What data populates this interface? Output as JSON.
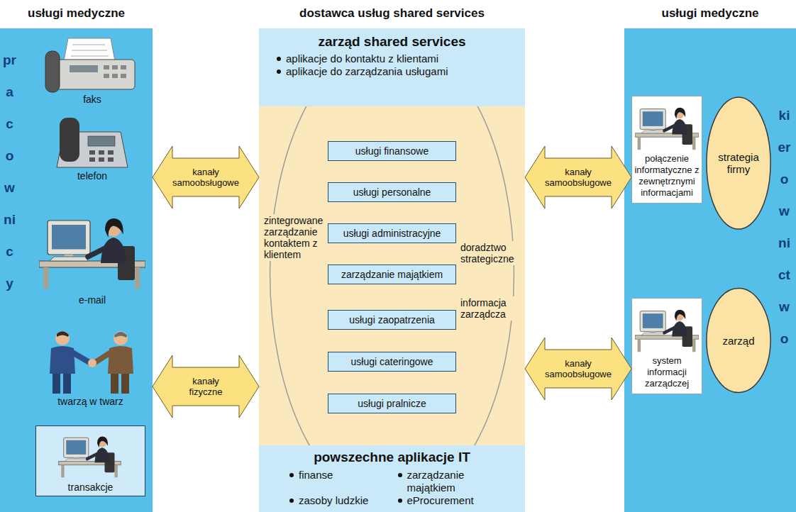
{
  "diagram": {
    "nodes": [
      {
        "text": [
          "usługi medyczne",
          "pracownicy"
        ]
      },
      {
        "text": [
          "transakcje"
        ],
        "in": 0
      },
      {
        "text": [
          "dostawca usług shared services"
        ]
      },
      {
        "text": [
          "zarząd shared services",
          "aplikacje do kontaktu z klientami",
          "aplikacje do zarządzania usługami"
        ],
        "in": 2
      },
      {
        "text": [
          "usługi finansowe"
        ],
        "in": 2
      },
      {
        "text": [
          "usługi personalne"
        ],
        "in": 2
      },
      {
        "text": [
          "usługi administracyjne"
        ],
        "in": 2
      },
      {
        "text": [
          "zarządzanie majątkiem"
        ],
        "in": 2
      },
      {
        "text": [
          "usługi zaopatrzenia"
        ],
        "in": 2
      },
      {
        "text": [
          "usługi cateringowe"
        ],
        "in": 2
      },
      {
        "text": [
          "usługi pralnicze"
        ],
        "in": 2
      },
      {
        "text": [
          "powszechne aplikacje IT",
          "finanse",
          "zarządzanie majątkiem",
          "zasoby ludzkie",
          "eProcurement"
        ],
        "in": 2
      },
      {
        "text": [
          "usługi medyczne",
          "kierownictwo"
        ]
      },
      {
        "text": [
          "połączenie informatyczne z zewnętrznymi informacjami"
        ],
        "in": 12
      },
      {
        "text": [
          "strategia firmy"
        ],
        "in": 12
      },
      {
        "text": [
          "system informacji zarządczej"
        ],
        "in": 12
      },
      {
        "text": [
          "zarząd"
        ],
        "in": 12
      }
    ],
    "edges": [
      {
        "from": 0,
        "to": 2,
        "arrow": "both",
        "label": "kanały samoobsługowe"
      },
      {
        "from": 0,
        "to": 2,
        "arrow": "both",
        "label": "kanały fizyczne"
      },
      {
        "from": 2,
        "to": 13,
        "arrow": "both",
        "label": "kanały samoobsługowe"
      },
      {
        "from": 2,
        "to": 15,
        "arrow": "both",
        "label": "kanały samoobsługowe"
      }
    ],
    "labels": [
      "faks",
      "telefon",
      "e-mail",
      "twarzą w twarz",
      "zintegrowane zarządzanie kontaktem z klientem",
      "doradztwo strategiczne",
      "informacja zarządcza"
    ]
  }
}
